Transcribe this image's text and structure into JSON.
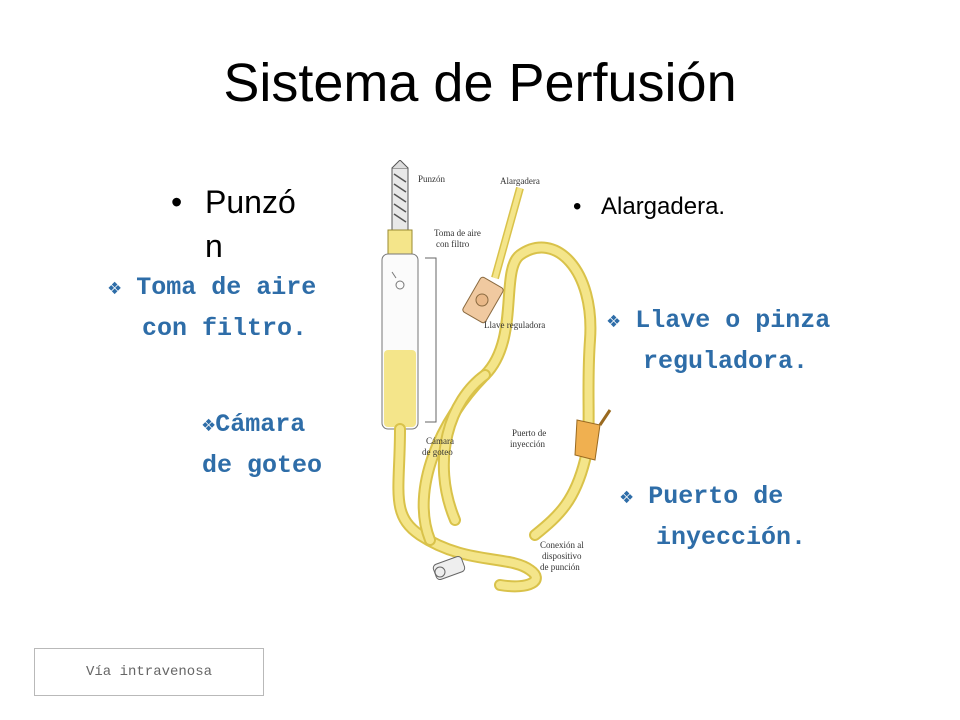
{
  "slide": {
    "title": "Sistema de Perfusión",
    "bullets": {
      "punzon_line1": "Punzó",
      "punzon_line2": "n",
      "alargadera": "Alargadera."
    },
    "subitems": {
      "toma_line1": "Toma de aire",
      "toma_line2": "con filtro.",
      "camara_line1": "Cámara",
      "camara_line2": "de goteo",
      "llave_line1": "Llave o pinza",
      "llave_line2": "reguladora.",
      "puerto_line1": "Puerto de",
      "puerto_line2": "inyección."
    },
    "diagram_labels": {
      "punzon": "Punzón",
      "alargadera": "Alargadera",
      "toma_aire_1": "Toma de aire",
      "toma_aire_2": "con filtro",
      "llave": "Llave reguladora",
      "camara_1": "Cámara",
      "camara_2": "de goteo",
      "puerto_1": "Puerto de",
      "puerto_2": "inyección",
      "conexion_1": "Conexión al",
      "conexion_2": "dispositivo",
      "conexion_3": "de punción"
    },
    "footer": "Vía intravenosa",
    "colors": {
      "accent": "#2e6da8",
      "tube": "#f4e58a",
      "tube_edge": "#d9c24a"
    }
  }
}
